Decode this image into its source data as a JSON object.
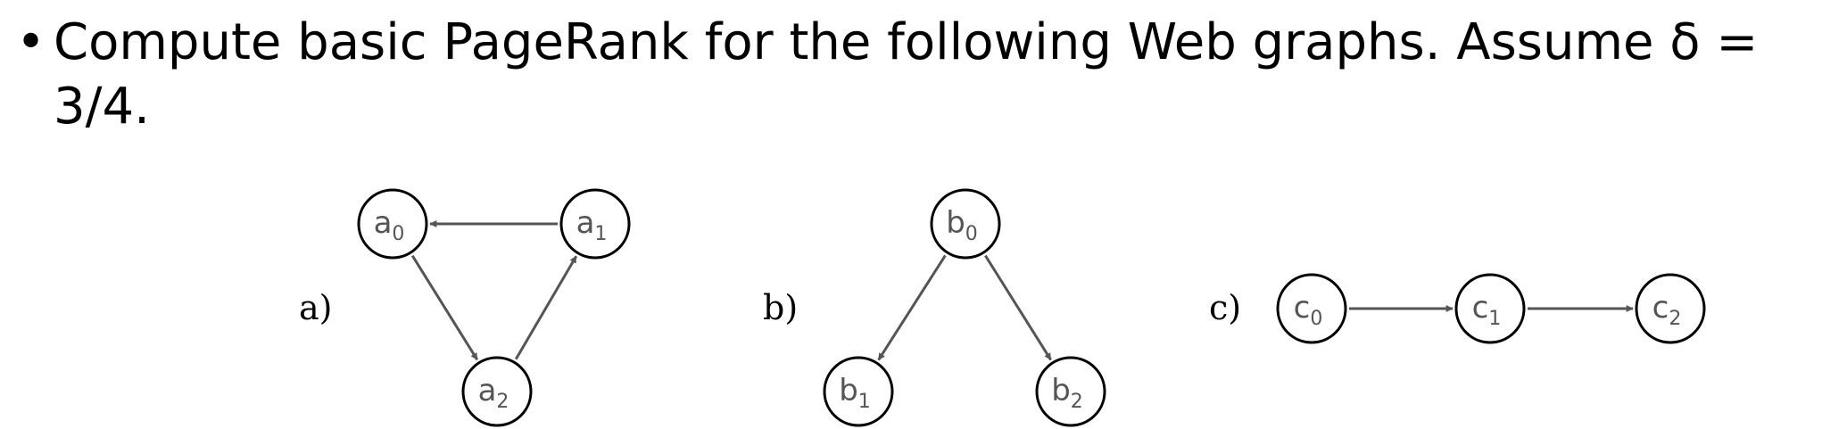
{
  "bullet": {
    "symbol": "•",
    "text_line1": "Compute basic PageRank for the following Web graphs. Assume δ =",
    "text_line2": "3/4."
  },
  "graphs": [
    {
      "label": "a)",
      "nodes": [
        {
          "id": "a0",
          "base": "a",
          "sub": "0"
        },
        {
          "id": "a1",
          "base": "a",
          "sub": "1"
        },
        {
          "id": "a2",
          "base": "a",
          "sub": "2"
        }
      ],
      "edges": [
        [
          "a1",
          "a0"
        ],
        [
          "a0",
          "a2"
        ],
        [
          "a2",
          "a1"
        ]
      ]
    },
    {
      "label": "b)",
      "nodes": [
        {
          "id": "b0",
          "base": "b",
          "sub": "0"
        },
        {
          "id": "b1",
          "base": "b",
          "sub": "1"
        },
        {
          "id": "b2",
          "base": "b",
          "sub": "2"
        }
      ],
      "edges": [
        [
          "b0",
          "b1"
        ],
        [
          "b0",
          "b2"
        ]
      ]
    },
    {
      "label": "c)",
      "nodes": [
        {
          "id": "c0",
          "base": "c",
          "sub": "0"
        },
        {
          "id": "c1",
          "base": "c",
          "sub": "1"
        },
        {
          "id": "c2",
          "base": "c",
          "sub": "2"
        }
      ],
      "edges": [
        [
          "c0",
          "c1"
        ],
        [
          "c1",
          "c2"
        ]
      ]
    }
  ]
}
